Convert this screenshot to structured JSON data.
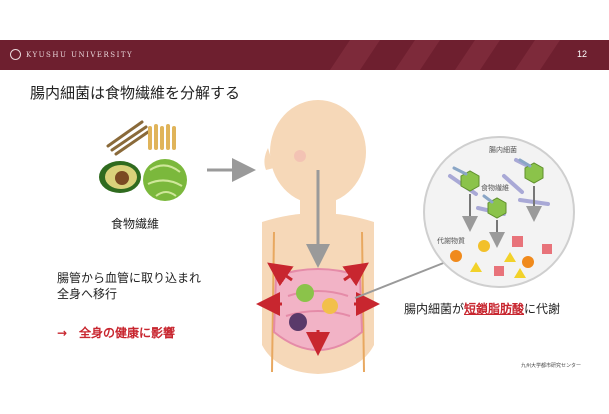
{
  "header": {
    "university": "KYUSHU UNIVERSITY",
    "page_number": "12",
    "color": "#6e1f2f"
  },
  "title": "腸内細菌は食物繊維を分解する",
  "food": {
    "label": "食物繊維"
  },
  "bubble": {
    "bacteria_label": "腸内細菌",
    "fiber_label": "食物繊維",
    "metabolite_label": "代謝物質"
  },
  "absorption": {
    "text": "腸管から血管に取り込まれ\n全身へ移行"
  },
  "effect": {
    "text": "→　全身の健康に影響"
  },
  "metabolism": {
    "prefix": "腸内細菌が",
    "highlight": "短鎖脂肪酸",
    "suffix": "に代謝"
  },
  "credit": "九州大学都市研究センター",
  "colors": {
    "accent": "#c8262f",
    "arrow_gray": "#9a9a9a",
    "skin": "#f6d8b8"
  }
}
